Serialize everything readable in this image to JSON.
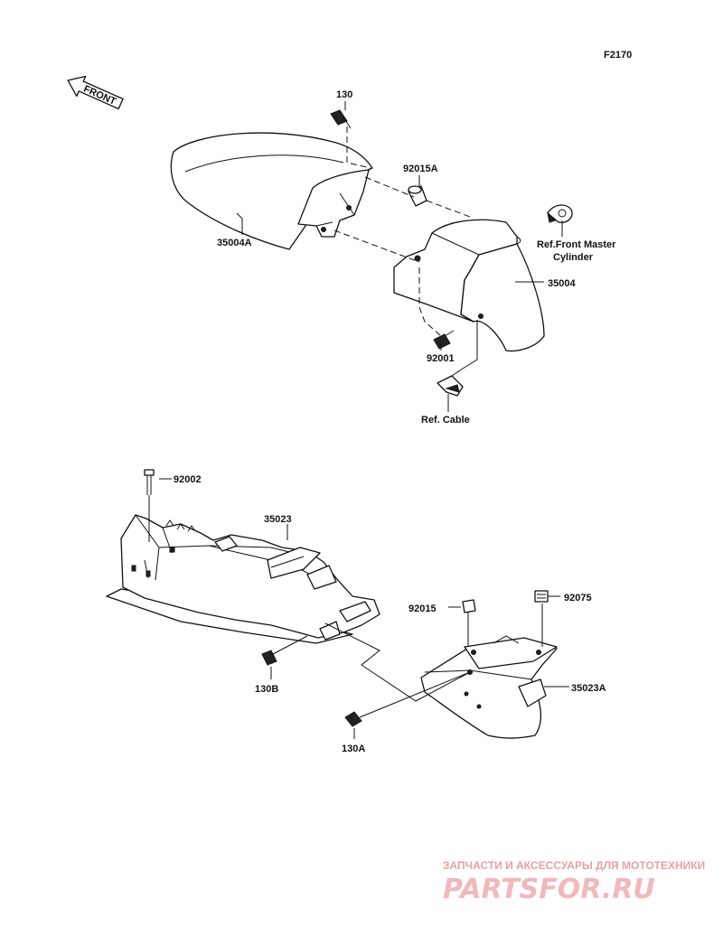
{
  "diagram_code": "F2170",
  "front_arrow_text": "FRONT",
  "labels": {
    "p130": "130",
    "p92015A": "92015A",
    "p35004A": "35004A",
    "ref_front_master_1": "Ref.Front Master",
    "ref_front_master_2": "Cylinder",
    "p35004": "35004",
    "p92001": "92001",
    "ref_cable": "Ref. Cable",
    "p92002": "92002",
    "p35023": "35023",
    "p92015": "92015",
    "p92075": "92075",
    "p130B": "130B",
    "p35023A": "35023A",
    "p130A": "130A"
  },
  "watermark": {
    "line1": "ЗАПЧАСТИ И АКСЕССУАРЫ ДЛЯ МОТОТЕХНИКИ",
    "line2": "PARTSFOR.RU"
  },
  "colors": {
    "line": "#111111",
    "background": "#ffffff",
    "watermark": "#f2b8bc"
  }
}
